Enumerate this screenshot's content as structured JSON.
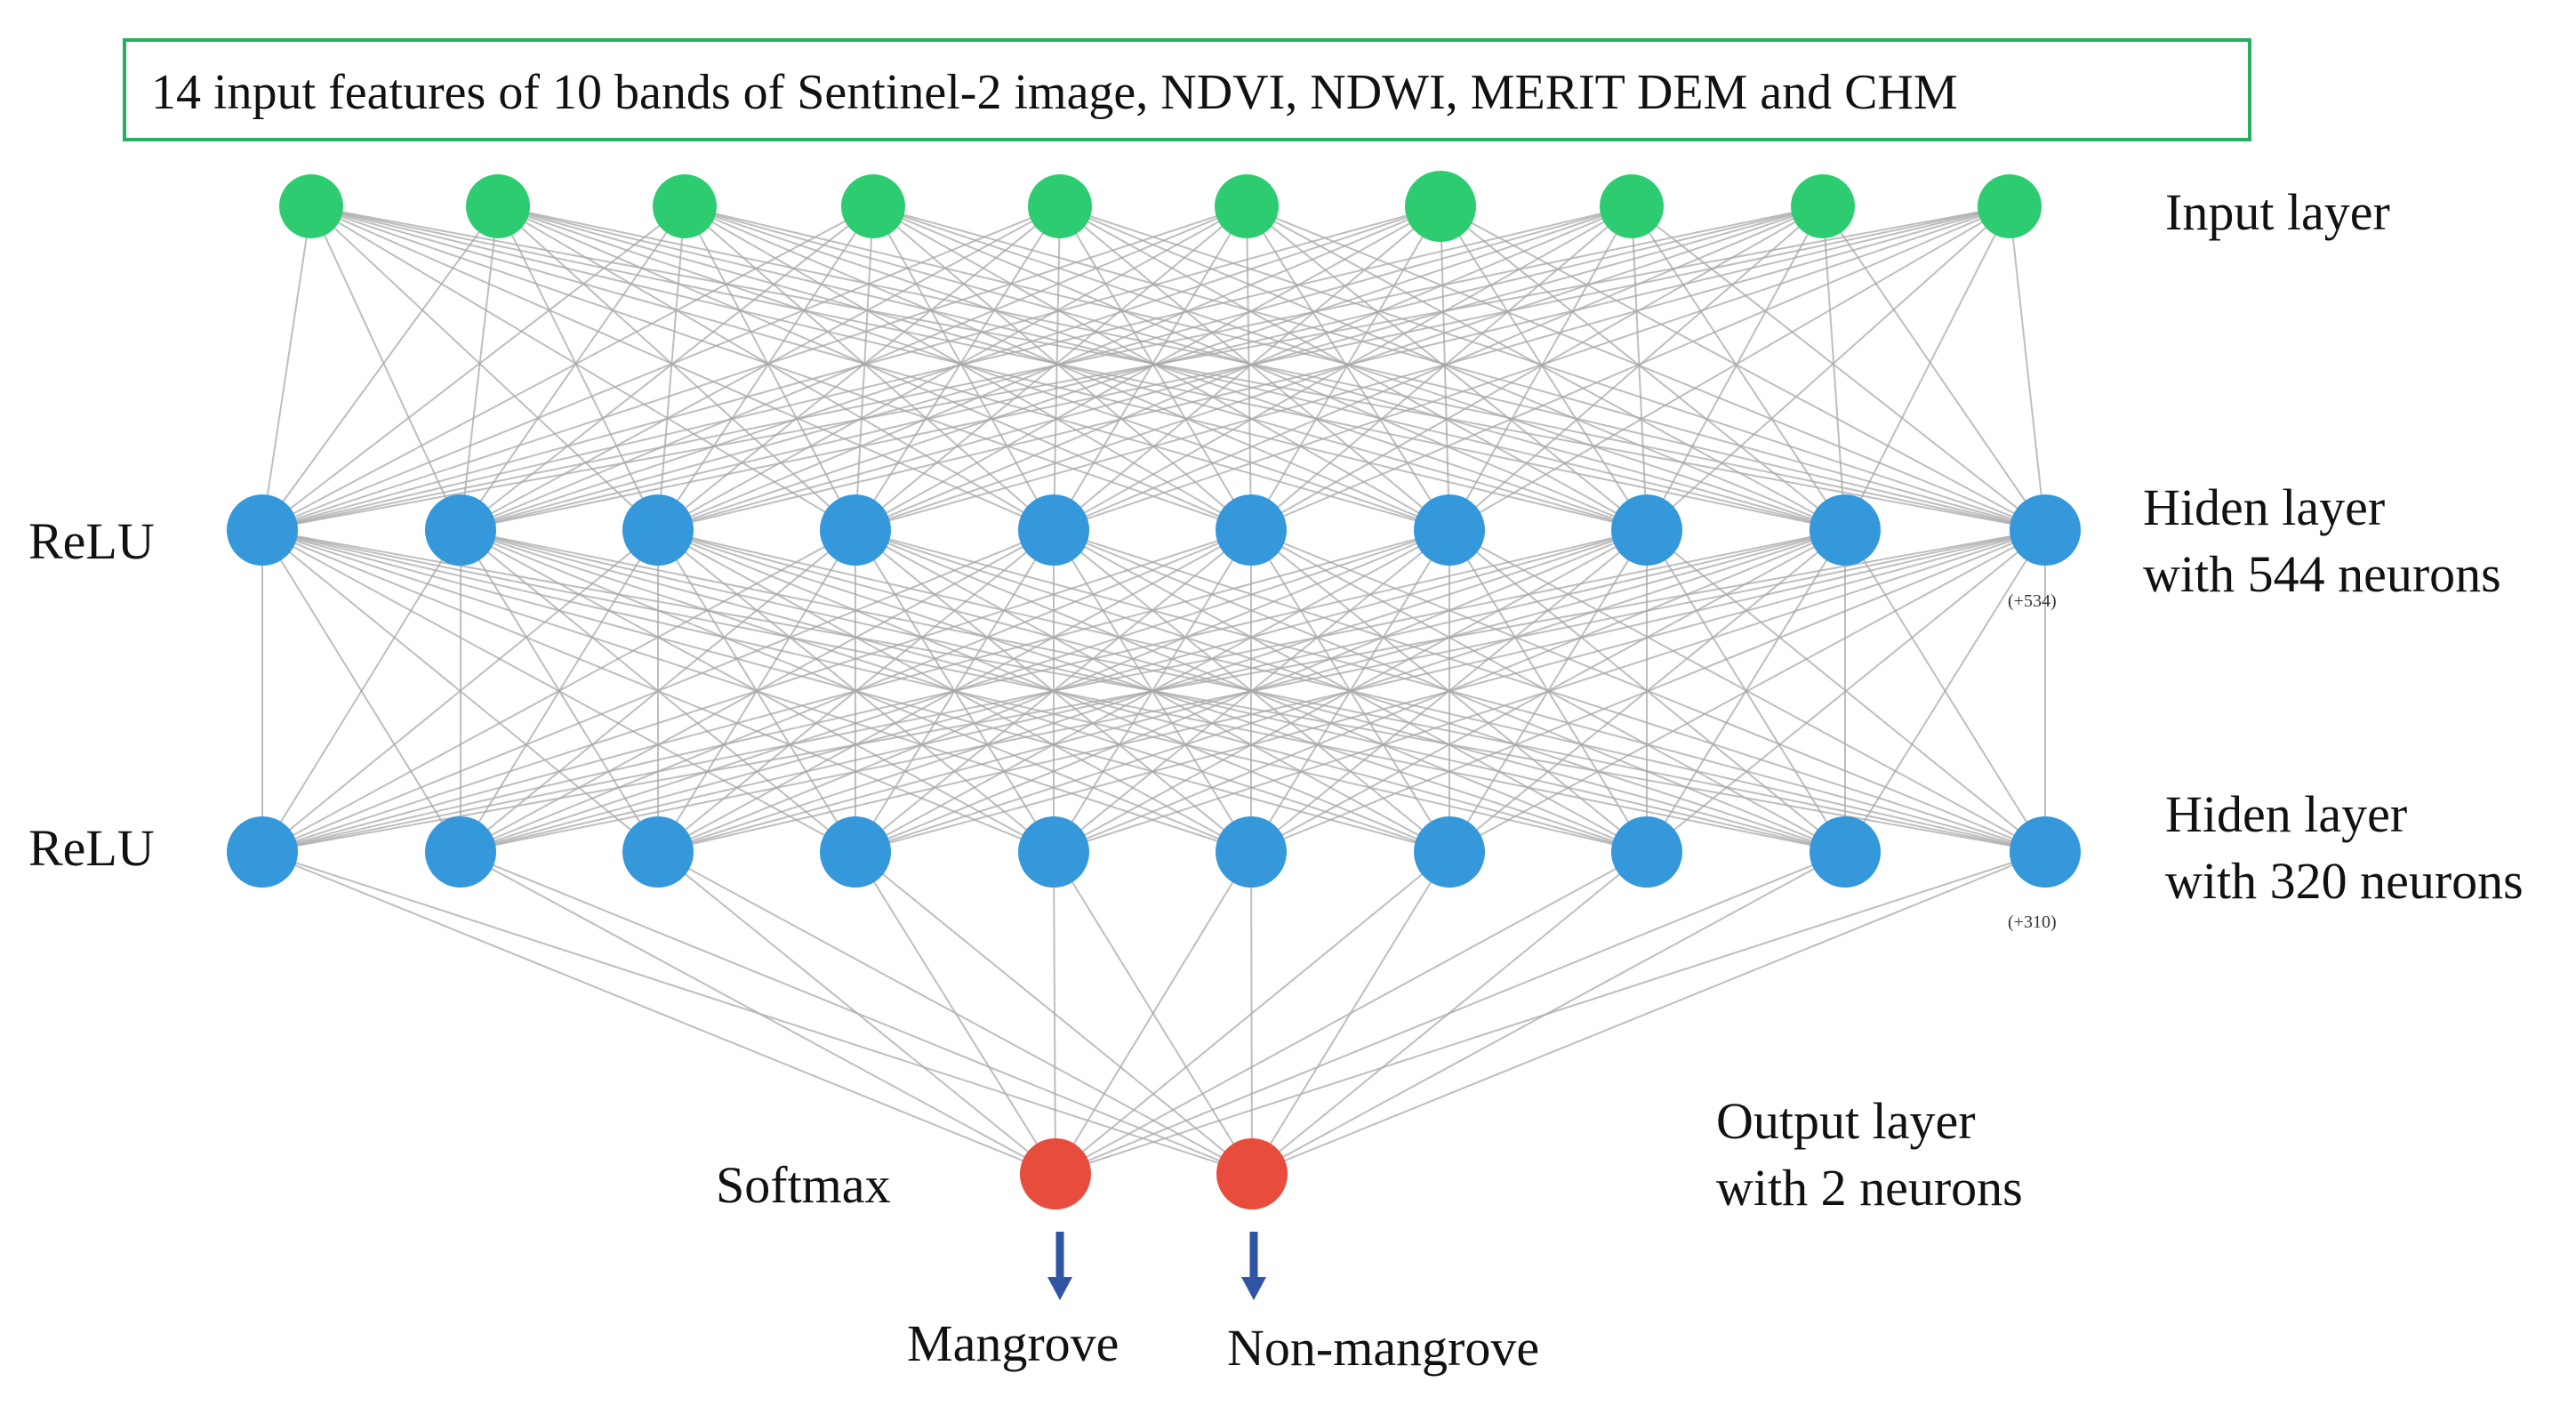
{
  "header": {
    "text": "14 input features of 10 bands of Sentinel-2 image, NDVI, NDWI, MERIT DEM and CHM"
  },
  "layers": {
    "input": {
      "label": "Input layer",
      "node_count": 10,
      "color": "#2ecc71"
    },
    "hidden1": {
      "activation": "ReLU",
      "label_line1": "Hiden layer",
      "label_line2": "with 544 neurons",
      "node_count": 10,
      "extra_note": "(+534)",
      "color": "#3498db"
    },
    "hidden2": {
      "activation": "ReLU",
      "label_line1": "Hiden layer",
      "label_line2": "with 320 neurons",
      "node_count": 10,
      "extra_note": "(+310)",
      "color": "#3498db"
    },
    "output": {
      "activation": "Softmax",
      "label_line1": "Output layer",
      "label_line2": "with 2 neurons",
      "node_count": 2,
      "color": "#e74c3c"
    }
  },
  "outputs": {
    "class_1": "Mangrove",
    "class_2": "Non-mangrove"
  },
  "colors": {
    "header_border": "#27ae60",
    "edge": "#a8a8a8",
    "arrow": "#2f55a4"
  }
}
